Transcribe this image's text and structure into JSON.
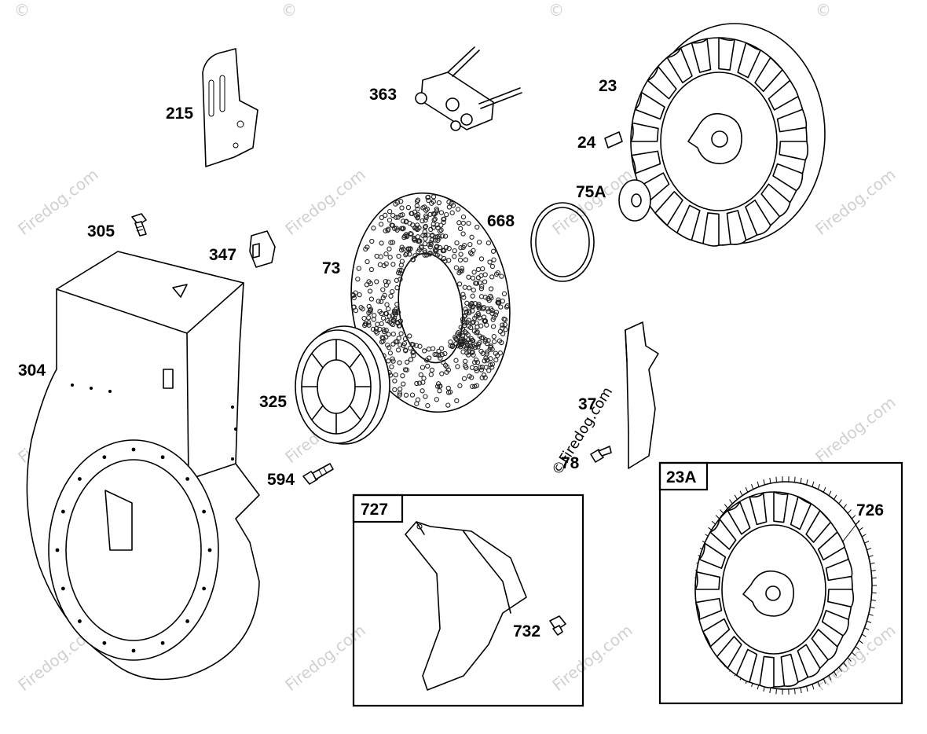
{
  "watermark": {
    "text": "Firedog.com",
    "corner_text": "©"
  },
  "parts": {
    "p215": "215",
    "p363": "363",
    "p23": "23",
    "p24": "24",
    "p75A": "75A",
    "p668": "668",
    "p305": "305",
    "p347": "347",
    "p73": "73",
    "p304": "304",
    "p325": "325",
    "p37": "37",
    "p78": "78",
    "p594": "594",
    "p23A": "23A",
    "p726": "726",
    "p727": "727",
    "p732": "732"
  },
  "inline_watermark": "©Firedog.com"
}
